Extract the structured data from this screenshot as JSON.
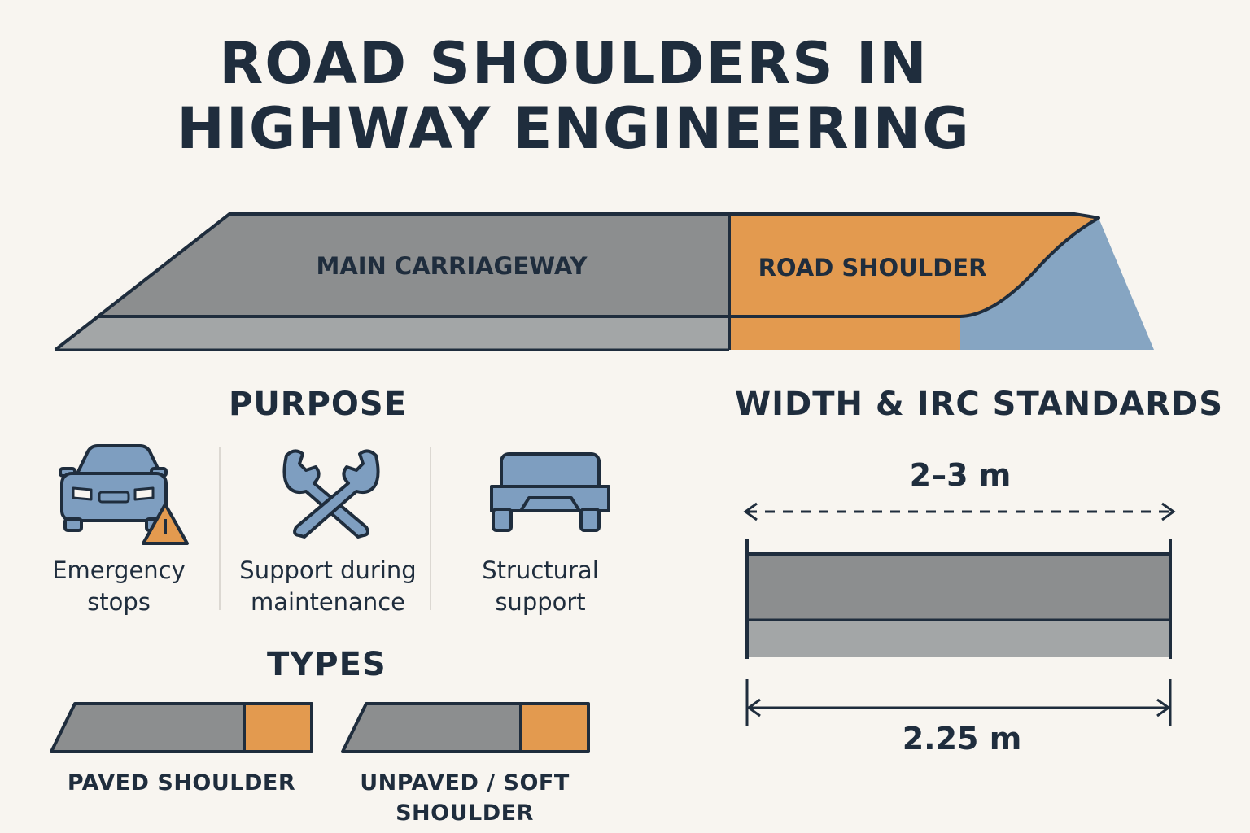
{
  "title": {
    "line1": "ROAD SHOULDERS IN",
    "line2": "HIGHWAY ENGINEERING"
  },
  "cross_section": {
    "carriageway_label": "MAIN CARRIAGEWAY",
    "shoulder_label": "ROAD SHOULDER"
  },
  "purpose": {
    "heading": "PURPOSE",
    "items": [
      {
        "icon": "car-warning-icon",
        "line1": "Emergency",
        "line2": "stops"
      },
      {
        "icon": "wrench-tools-icon",
        "line1": "Support during",
        "line2": "maintenance"
      },
      {
        "icon": "vehicle-front-icon",
        "line1": "Structural",
        "line2": "support"
      }
    ]
  },
  "types": {
    "heading": "TYPES",
    "items": [
      {
        "line1": "PAVED SHOULDER",
        "line2": ""
      },
      {
        "line1": "UNPAVED / SOFT",
        "line2": "SHOULDER"
      }
    ]
  },
  "width": {
    "heading": "WIDTH & IRC STANDARDS",
    "range_label": "2–3 m",
    "standard_label": "2.25 m"
  },
  "colors": {
    "background": "#f8f5f0",
    "text": "#1f2d3d",
    "asphalt": "#8c8e8f",
    "asphalt_light": "#a3a6a7",
    "shoulder": "#e39a4f",
    "slope": "#86a5c2",
    "icon_blue": "#7e9ec0"
  }
}
